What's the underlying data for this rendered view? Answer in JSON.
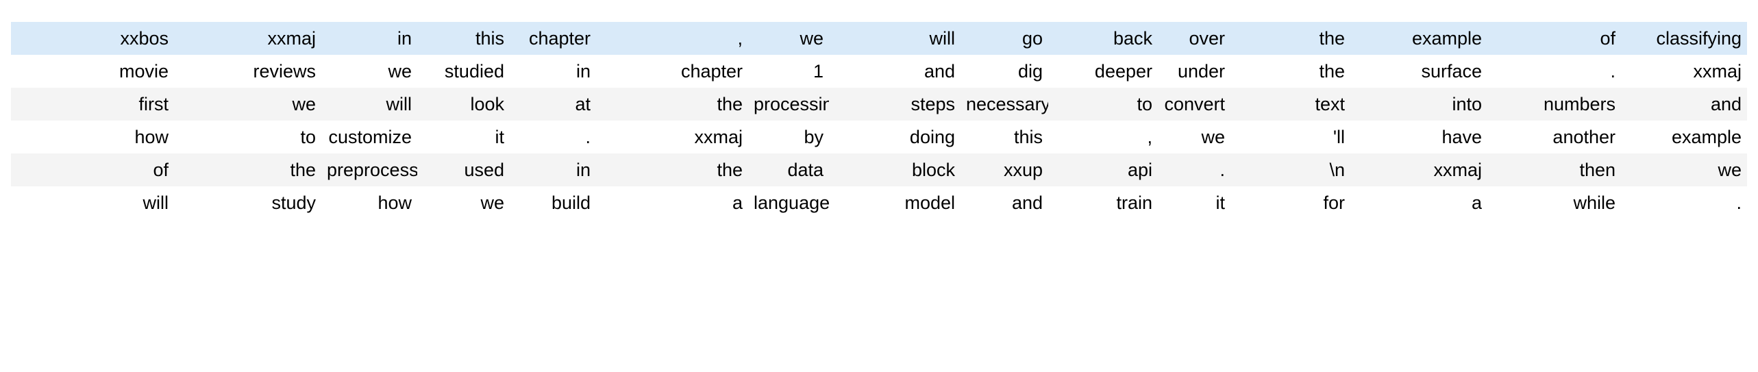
{
  "table": {
    "kind": "tokenized-text-grid",
    "column_count": 16,
    "row_count": 6,
    "text_align": "right",
    "colors": {
      "highlight_row_background": "#d9eaf9",
      "odd_row_background": "#f4f4f4",
      "even_row_background": "#ffffff",
      "page_background": "#ffffff",
      "text": "#000000"
    },
    "rows": [
      {
        "style": "highlight",
        "cells": [
          "xxbos",
          "xxmaj",
          "in",
          "this",
          "chapter",
          ",",
          "we",
          "will",
          "go",
          "back",
          "over",
          "the",
          "example",
          "of",
          "classifying"
        ]
      },
      {
        "style": "even",
        "cells": [
          "movie",
          "reviews",
          "we",
          "studied",
          "in",
          "chapter",
          "1",
          "and",
          "dig",
          "deeper",
          "under",
          "the",
          "surface",
          ".",
          "xxmaj"
        ]
      },
      {
        "style": "odd",
        "cells": [
          "first",
          "we",
          "will",
          "look",
          "at",
          "the",
          "processing",
          "steps",
          "necessary",
          "to",
          "convert",
          "text",
          "into",
          "numbers",
          "and"
        ]
      },
      {
        "style": "even",
        "cells": [
          "how",
          "to",
          "customize",
          "it",
          ".",
          "xxmaj",
          "by",
          "doing",
          "this",
          ",",
          "we",
          "'ll",
          "have",
          "another",
          "example"
        ]
      },
      {
        "style": "odd",
        "cells": [
          "of",
          "the",
          "preprocessor",
          "used",
          "in",
          "the",
          "data",
          "block",
          "xxup",
          "api",
          ".",
          "\\n",
          "xxmaj",
          "then",
          "we"
        ]
      },
      {
        "style": "even",
        "cells": [
          "will",
          "study",
          "how",
          "we",
          "build",
          "a",
          "language",
          "model",
          "and",
          "train",
          "it",
          "for",
          "a",
          "while",
          "."
        ]
      }
    ]
  }
}
